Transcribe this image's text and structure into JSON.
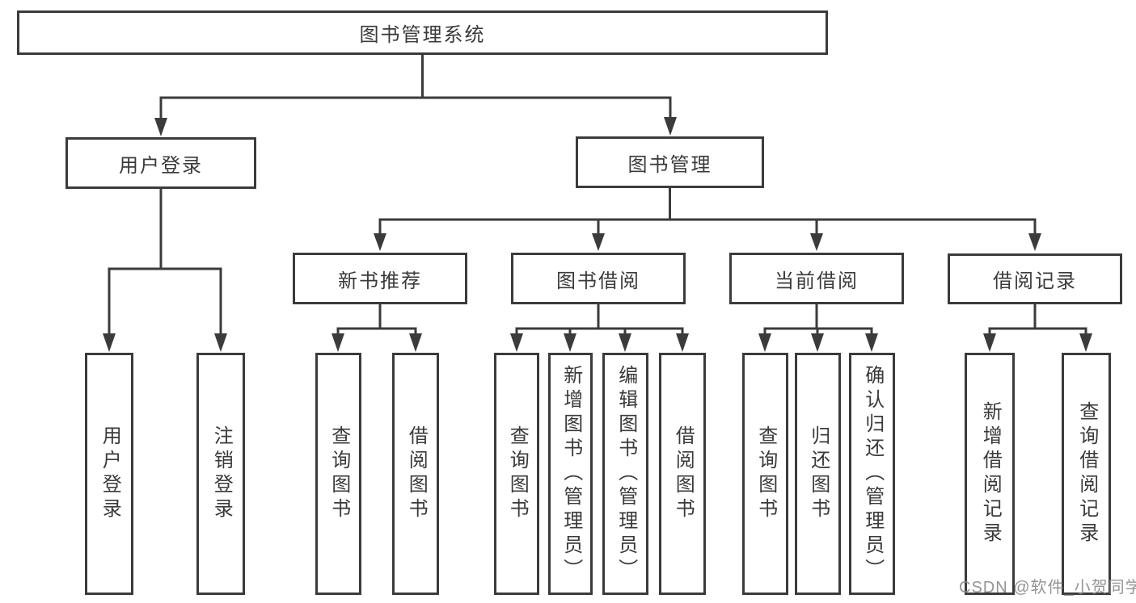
{
  "nodes": {
    "root": {
      "label": "图书管理系统"
    },
    "user_login_group": {
      "label": "用户登录"
    },
    "book_mgmt_group": {
      "label": "图书管理"
    },
    "new_book_rec": {
      "label": "新书推荐"
    },
    "book_borrow": {
      "label": "图书借阅"
    },
    "current_borrow": {
      "label": "当前借阅"
    },
    "borrow_records": {
      "label": "借阅记录"
    },
    "leaf_user_login": {
      "label": "用户登录"
    },
    "leaf_logout": {
      "label": "注销登录"
    },
    "leaf_nb_query": {
      "label": "查询图书"
    },
    "leaf_nb_borrow": {
      "label": "借阅图书"
    },
    "leaf_bb_query": {
      "label": "查询图书"
    },
    "leaf_bb_add": {
      "label": "新增图书（管理员）"
    },
    "leaf_bb_edit": {
      "label": "编辑图书（管理员）"
    },
    "leaf_bb_borrow": {
      "label": "借阅图书"
    },
    "leaf_cb_query": {
      "label": "查询图书"
    },
    "leaf_cb_return": {
      "label": "归还图书"
    },
    "leaf_cb_confirm": {
      "label": "确认归还（管理员）"
    },
    "leaf_br_add": {
      "label": "新增借阅记录"
    },
    "leaf_br_query": {
      "label": "查询借阅记录"
    }
  },
  "edges": [
    {
      "from": "root",
      "to": [
        "user_login_group",
        "book_mgmt_group"
      ]
    },
    {
      "from": "user_login_group",
      "to": [
        "leaf_user_login",
        "leaf_logout"
      ]
    },
    {
      "from": "book_mgmt_group",
      "to": [
        "new_book_rec",
        "book_borrow",
        "current_borrow",
        "borrow_records"
      ]
    },
    {
      "from": "new_book_rec",
      "to": [
        "leaf_nb_query",
        "leaf_nb_borrow"
      ]
    },
    {
      "from": "book_borrow",
      "to": [
        "leaf_bb_query",
        "leaf_bb_add",
        "leaf_bb_edit",
        "leaf_bb_borrow"
      ]
    },
    {
      "from": "current_borrow",
      "to": [
        "leaf_cb_query",
        "leaf_cb_return",
        "leaf_cb_confirm"
      ]
    },
    {
      "from": "borrow_records",
      "to": [
        "leaf_br_add",
        "leaf_br_query"
      ]
    }
  ],
  "watermark": {
    "text": "CSDN @软件_小贺同学"
  },
  "colors": {
    "line": "#3b3b3b",
    "text": "#3a3a3a",
    "background": "#ffffff",
    "watermark": "#8c8c8c"
  }
}
